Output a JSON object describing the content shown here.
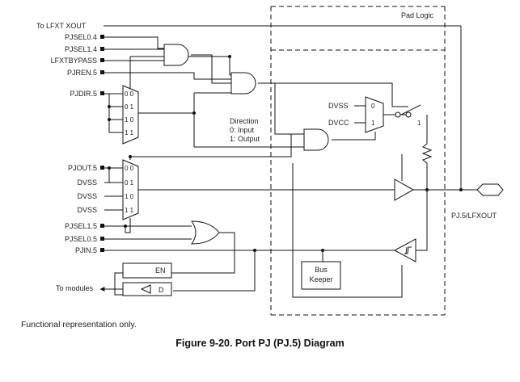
{
  "signals": {
    "to_lfxt_xout": "To LFXT XOUT",
    "pjsel0_4": "PJSEL0.4",
    "pjsel1_4": "PJSEL1.4",
    "lfxtbypass": "LFXTBYPASS",
    "pjren_5": "PJREN.5",
    "pjdir_5": "PJDIR.5",
    "pjout_5": "PJOUT.5",
    "dvss_1": "DVSS",
    "dvss_2": "DVSS",
    "dvss_3": "DVSS",
    "pjsel1_5": "PJSEL1.5",
    "pjsel0_5": "PJSEL0.5",
    "pjin_5": "PJIN.5",
    "to_modules": "To modules"
  },
  "mux_inputs": {
    "sel00": "0 0",
    "sel01": "0 1",
    "sel10": "1 0",
    "sel11": "1 1"
  },
  "pad_logic": {
    "title": "Pad Logic",
    "dvss": "DVSS",
    "dvcc": "DVCC",
    "mux_in0": "0",
    "mux_in1": "1",
    "switch_1": "1",
    "pin": "PJ.5/LFXOUT",
    "bus_keeper_line1": "Bus",
    "bus_keeper_line2": "Keeper"
  },
  "direction": {
    "line1": "Direction",
    "line2": "0: Input",
    "line3": "1: Output"
  },
  "latch": {
    "en": "EN",
    "d": "D"
  },
  "note": "Functional representation only.",
  "caption": "Figure 9-20. Port PJ (PJ.5) Diagram"
}
